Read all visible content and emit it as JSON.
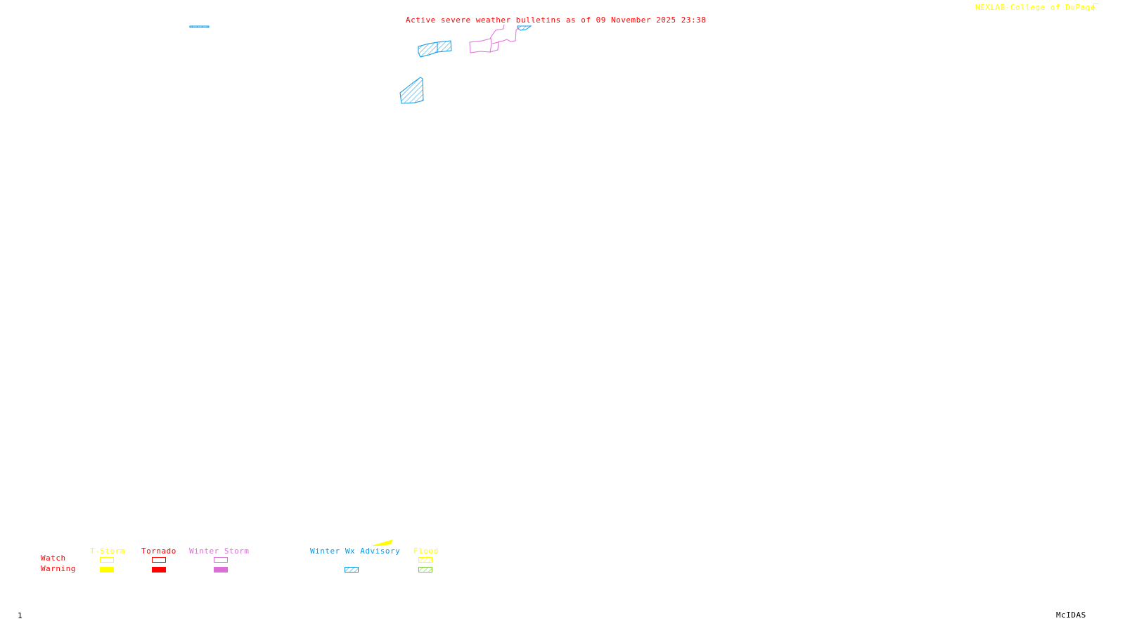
{
  "header": {
    "title": "Active severe weather bulletins as of 09 November 2025 23:38",
    "credit": "NEXLAB-College of DuPage",
    "credit_icon": "nexlab-logo-icon"
  },
  "footer": {
    "frame_number": "1",
    "software": "McIDAS"
  },
  "colors": {
    "title": "#ff0000",
    "credit": "#ffff00",
    "tstorm": "#ffff00",
    "tornado": "#ff0000",
    "winter_storm": "#da70d6",
    "winter_wx_advisory": "#0a96e6",
    "flood_watch": "#ffff00",
    "flood_warning": "#7ccd32",
    "footer": "#000000"
  },
  "legend": {
    "row_labels": {
      "watch": "Watch",
      "warning": "Warning"
    },
    "columns": [
      {
        "key": "tstorm",
        "label": "T-Storm",
        "watch": "outline",
        "warning": "filled"
      },
      {
        "key": "tornado",
        "label": "Tornado",
        "watch": "outline",
        "warning": "filled"
      },
      {
        "key": "winter_storm",
        "label": "Winter Storm",
        "watch": "outline",
        "warning": "filled"
      },
      {
        "key": "winter_wx_advisory",
        "label": "Winter Wx Advisory",
        "watch": "none",
        "warning": "hatched"
      },
      {
        "key": "flood",
        "label": "Flood",
        "watch": "hatched",
        "warning": "hatched"
      }
    ]
  },
  "bulletins": [
    {
      "type": "winter_wx_advisory",
      "label": "advisory-area-west"
    },
    {
      "type": "winter_wx_advisory",
      "label": "advisory-area-central-north"
    },
    {
      "type": "winter_wx_advisory",
      "label": "advisory-area-central-south"
    },
    {
      "type": "winter_wx_advisory",
      "label": "advisory-area-northeast"
    },
    {
      "type": "winter_storm",
      "label": "winter-storm-watch-area"
    }
  ]
}
